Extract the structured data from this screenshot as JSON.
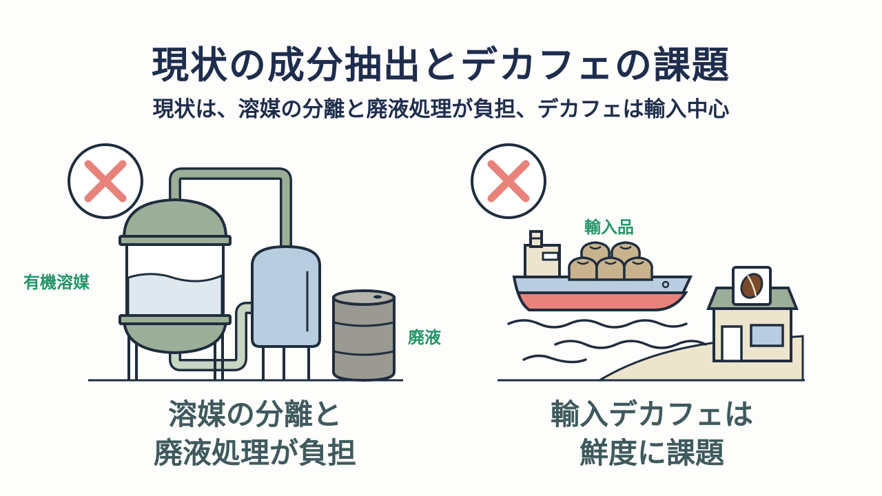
{
  "header": {
    "title": "現状の成分抽出とデカフェの課題",
    "subtitle": "現状は、溶媒の分離と廃液処理が負担、デカフェは輸入中心"
  },
  "left_panel": {
    "icon": "x-mark-icon",
    "solvent_label": "有機溶媒",
    "waste_label": "廃液",
    "caption_line1": "溶媒の分離と",
    "caption_line2": "廃液処理が負担"
  },
  "right_panel": {
    "icon": "x-mark-icon",
    "import_label": "輸入品",
    "caption_line1": "輸入デカフェは",
    "caption_line2": "鮮度に課題"
  },
  "colors": {
    "title": "#1f2d4d",
    "label_green": "#23946b",
    "caption": "#3f5a5e",
    "x_mark": "#e8837b",
    "tank_green": "#9cae98",
    "vessel_blue": "#b8cde0",
    "barrel": "#9a9a92",
    "hull_red": "#e8837b",
    "hull_blue": "#b8cde0"
  }
}
